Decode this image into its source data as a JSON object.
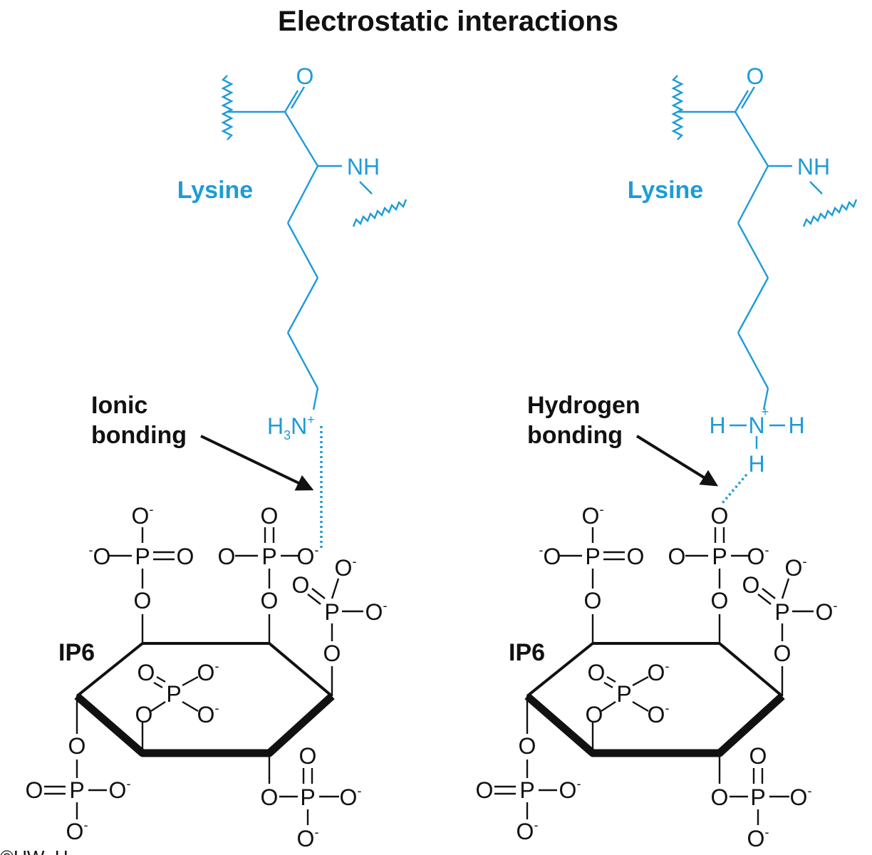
{
  "title": "Electrostatic interactions",
  "colors": {
    "lysine": "#1e9bd7",
    "ink": "#111111"
  },
  "panels": [
    {
      "lysine_label": "Lysine",
      "amide_o": "O",
      "amide_nh": "NH",
      "ammonium": {
        "h3": "H",
        "h3_sub": "3",
        "n": "N",
        "charge": "+"
      },
      "bond_label_line1": "Ionic",
      "bond_label_line2": "bonding",
      "ip6_label": "IP6"
    },
    {
      "lysine_label": "Lysine",
      "amide_o": "O",
      "amide_nh": "NH",
      "ammonium": {
        "h_left": "H",
        "n": "N",
        "charge": "+",
        "h_right": "H",
        "h_bottom": "H"
      },
      "bond_label_line1": "Hydrogen",
      "bond_label_line2": "bonding",
      "ip6_label": "IP6"
    }
  ],
  "atoms": {
    "o": "O",
    "p": "P",
    "minus": "-"
  },
  "copyright": "©UW–H"
}
